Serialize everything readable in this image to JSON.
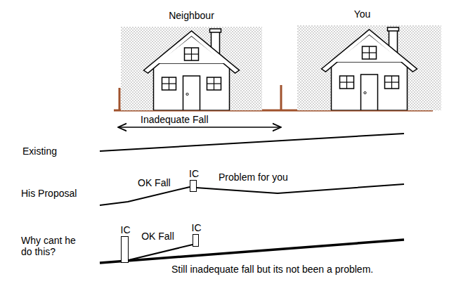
{
  "diagram": {
    "nodes": [
      {
        "text": [
          "Neighbour"
        ]
      },
      {
        "text": [
          "You"
        ]
      },
      {
        "text": [
          "IC"
        ]
      },
      {
        "text": [
          "IC"
        ]
      },
      {
        "text": [
          "IC"
        ]
      }
    ],
    "edges": [
      {
        "from": 3,
        "to": 4,
        "label": "OK Fall",
        "arrow": "none"
      }
    ],
    "labels": [
      "Inadequate Fall",
      "Existing",
      "His Proposal",
      "OK Fall",
      "Problem for you",
      "Why cant he do this?",
      "Still inadequate fall but its not been a problem."
    ]
  }
}
